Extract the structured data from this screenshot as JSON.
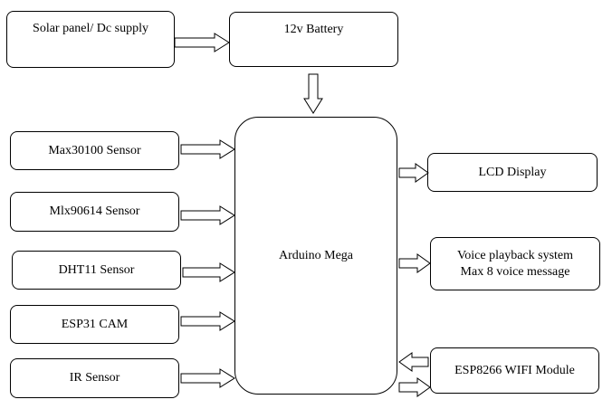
{
  "nodes": {
    "solar": "Solar panel/ Dc supply",
    "battery": "12v Battery",
    "max30100": "Max30100 Sensor",
    "mlx90614": "Mlx90614 Sensor",
    "dht11": "DHT11 Sensor",
    "esp31cam": "ESP31 CAM",
    "ir": "IR Sensor",
    "arduino": "Arduino Mega",
    "lcd": "LCD Display",
    "voice_line1": "Voice playback system",
    "voice_line2": "Max 8 voice message",
    "esp8266": "ESP8266 WIFI Module"
  }
}
